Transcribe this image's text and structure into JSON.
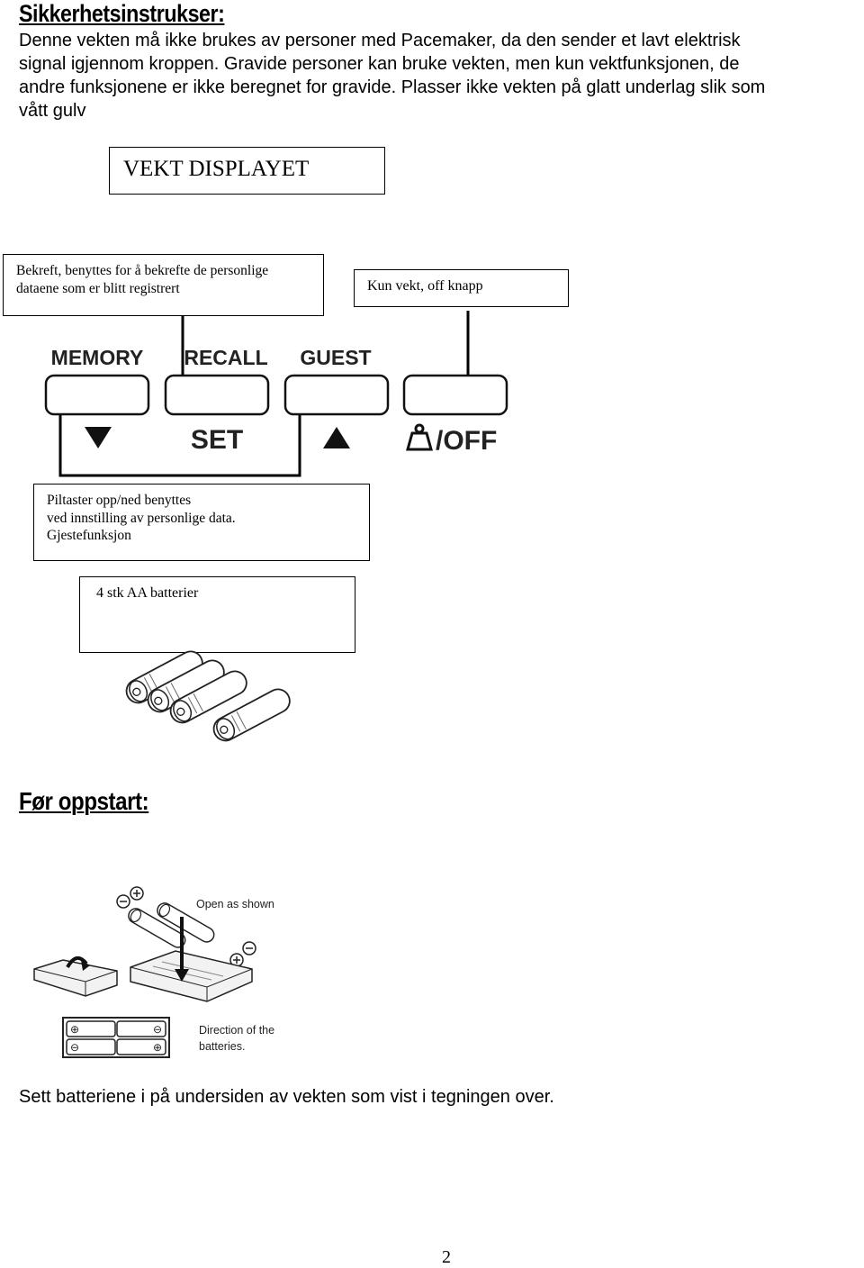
{
  "safety": {
    "heading": "Sikkerhetsinstrukser:",
    "lines": [
      "Denne vekten må ikke brukes av personer med Pacemaker, da den sender et lavt elektrisk",
      "signal igjennom kroppen.  Gravide personer kan bruke vekten, men kun vektfunksjonen, de",
      "andre funksjonene er ikke beregnet for gravide. Plasser ikke vekten på glatt underlag slik som",
      "vått gulv"
    ]
  },
  "labels": {
    "display": "VEKT DISPLAYET",
    "confirm": [
      "Bekreft, benyttes for å bekrefte de personlige",
      "dataene som er blitt registrert"
    ],
    "weight_only": "Kun vekt, off knapp",
    "arrows": [
      "Piltaster opp/ned benyttes",
      "ved innstilling av personlige data.",
      "Gjestefunksjon"
    ],
    "batteries": "4 stk AA batterier"
  },
  "panel": {
    "top_labels": [
      "MEMORY",
      "RECALL",
      "GUEST"
    ],
    "bottom_labels": [
      "SET",
      "/OFF"
    ],
    "icons": [
      "down-triangle-icon",
      "up-triangle-icon",
      "weight-icon"
    ]
  },
  "before_start": {
    "heading": "Før oppstart:",
    "diagram_labels": {
      "open": "Open as shown",
      "direction": [
        "Direction of the",
        "batteries."
      ]
    },
    "instruction": "Sett batteriene i på undersiden av vekten som vist i tegningen over."
  },
  "page_number": "2"
}
